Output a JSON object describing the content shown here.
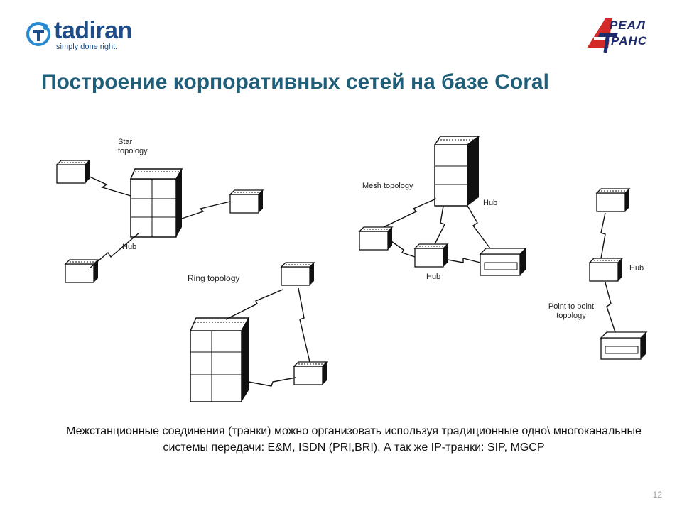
{
  "logos": {
    "left_word": "tadiran",
    "left_tagline": "simply done right.",
    "right_line1": "РЕАЛ",
    "right_line2": "РАНС",
    "brand_blue": "#1d4c86",
    "brand_red": "#d42a27"
  },
  "title": "Построение корпоративных сетей на базе Coral",
  "diagram": {
    "star": {
      "label": "Star topology",
      "hub": "Hub"
    },
    "ring": {
      "label": "Ring topology"
    },
    "mesh": {
      "label": "Mesh topology",
      "hub1": "Hub",
      "hub2": "Hub"
    },
    "p2p": {
      "label": "Point to point topology",
      "hub": "Hub"
    }
  },
  "body_text": "Межстанционные соединения (транки) можно организовать используя традиционные одно\\ многоканальные системы передачи: E&M, ISDN (PRI,BRI). А так же IP-транки: SIP, MGCP",
  "page_number": "12",
  "colors": {
    "title": "#1f5f7a",
    "text": "#111111"
  }
}
